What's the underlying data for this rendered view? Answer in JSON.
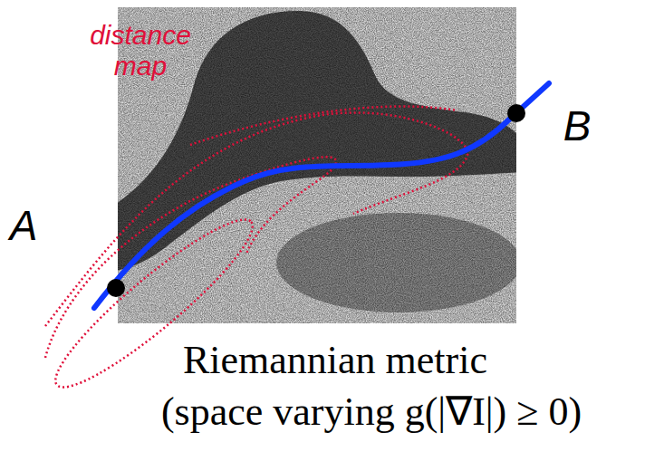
{
  "diagram": {
    "labels": [
      "distance map",
      "A",
      "B",
      "Riemannian metric",
      "(space varying g(|∇I|) ≥ 0)"
    ]
  }
}
